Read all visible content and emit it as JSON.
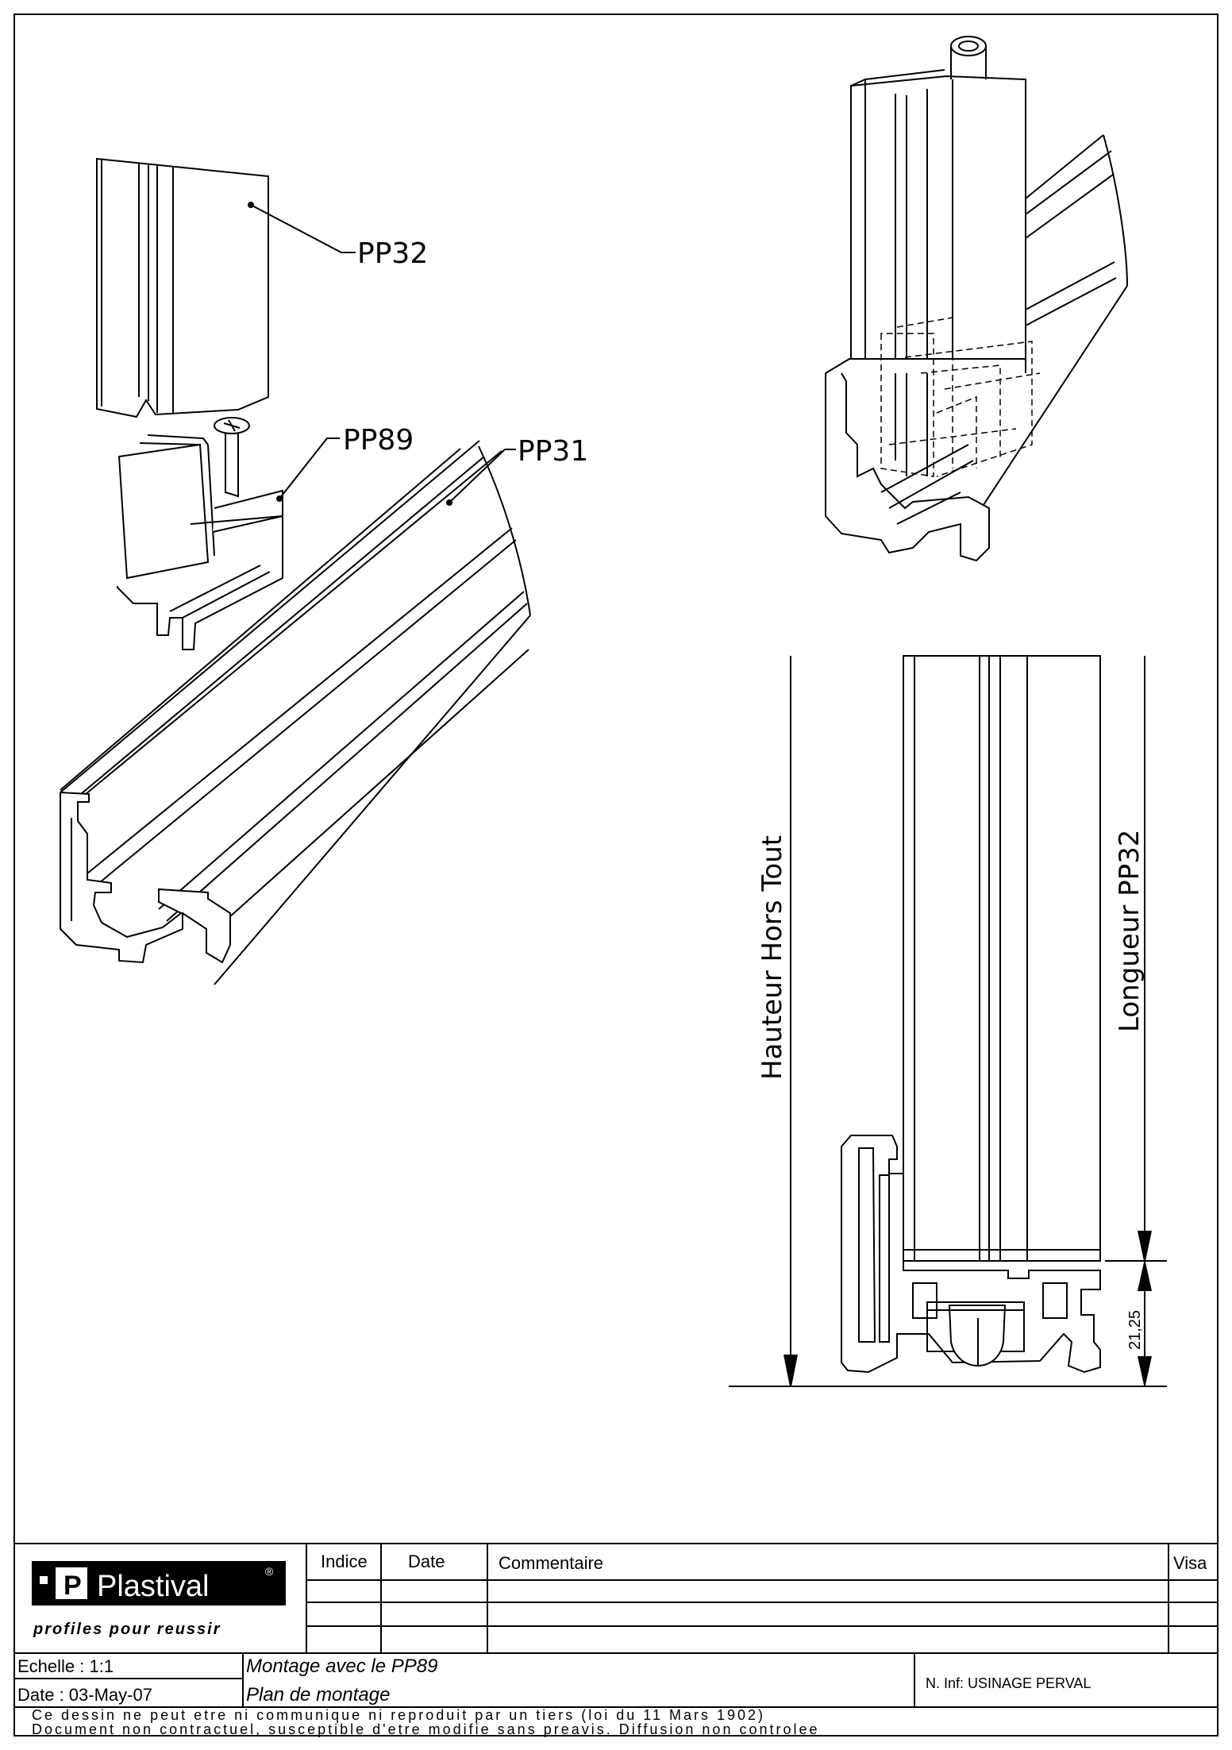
{
  "labels": {
    "pp32": "PP32",
    "pp89": "PP89",
    "pp31": "PP31",
    "hauteur": "Hauteur Hors Tout",
    "longueur": "Longueur PP32",
    "dim": "21,25"
  },
  "titleblock": {
    "brand": "Plastival",
    "tagline": "profiles pour reussir",
    "headers": {
      "indice": "Indice",
      "date": "Date",
      "commentaire": "Commentaire",
      "visa": "Visa"
    },
    "echelle": "Echelle : 1:1",
    "date": "Date : 03-May-07",
    "title1": "Montage avec le PP89",
    "title2": "Plan de montage",
    "ref": "N. Inf: USINAGE PERVAL",
    "notice1": "Ce dessin ne peut etre ni communique ni reproduit par un tiers (loi du 11 Mars 1902)",
    "notice2": "Document non contractuel, susceptible d'etre modifie sans preavis. Diffusion non controlee"
  }
}
